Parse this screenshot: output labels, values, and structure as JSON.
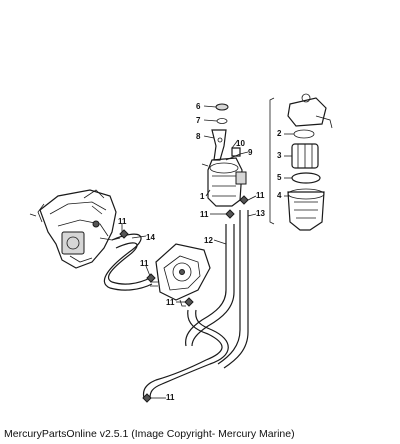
{
  "callouts": {
    "c1": "1",
    "c2": "2",
    "c3": "3",
    "c4": "4",
    "c5": "5",
    "c6": "6",
    "c7": "7",
    "c8": "8",
    "c9": "9",
    "c10": "10",
    "c11": "11",
    "c12": "12",
    "c13": "13",
    "c14": "14"
  },
  "footer": {
    "copyright": "MercuryPartsOnline v2.5.1 (Image Copyright- Mercury Marine)"
  }
}
